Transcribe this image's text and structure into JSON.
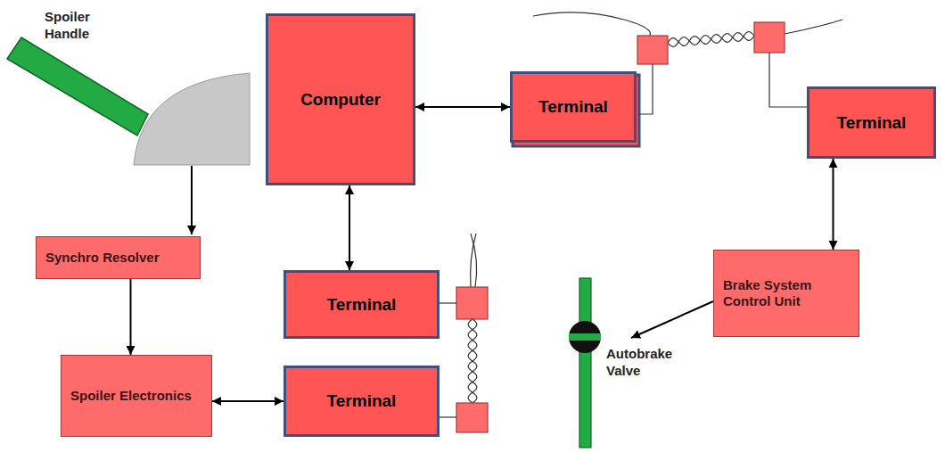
{
  "diagram": {
    "nodes": [
      {
        "text": [
          "Computer"
        ]
      },
      {
        "text": [
          "Terminal"
        ]
      },
      {
        "text": [
          "Terminal"
        ]
      },
      {
        "text": [
          "Synchro Resolver"
        ]
      },
      {
        "text": [
          "Terminal"
        ]
      },
      {
        "text": [
          "Brake System Control Unit"
        ]
      },
      {
        "text": [
          "Spoiler Electronics"
        ]
      },
      {
        "text": [
          "Terminal"
        ]
      }
    ],
    "edges": [
      {
        "from": 0,
        "to": 1,
        "arrow": "both"
      },
      {
        "from": 0,
        "to": 4,
        "arrow": "both"
      },
      {
        "from": 2,
        "to": 5,
        "arrow": "both"
      },
      {
        "from": 3,
        "to": 6,
        "arrow": "to"
      },
      {
        "from": 6,
        "to": 7,
        "arrow": "both"
      }
    ],
    "labels": [
      "Spoiler Handle",
      "Autobrake Valve"
    ]
  }
}
